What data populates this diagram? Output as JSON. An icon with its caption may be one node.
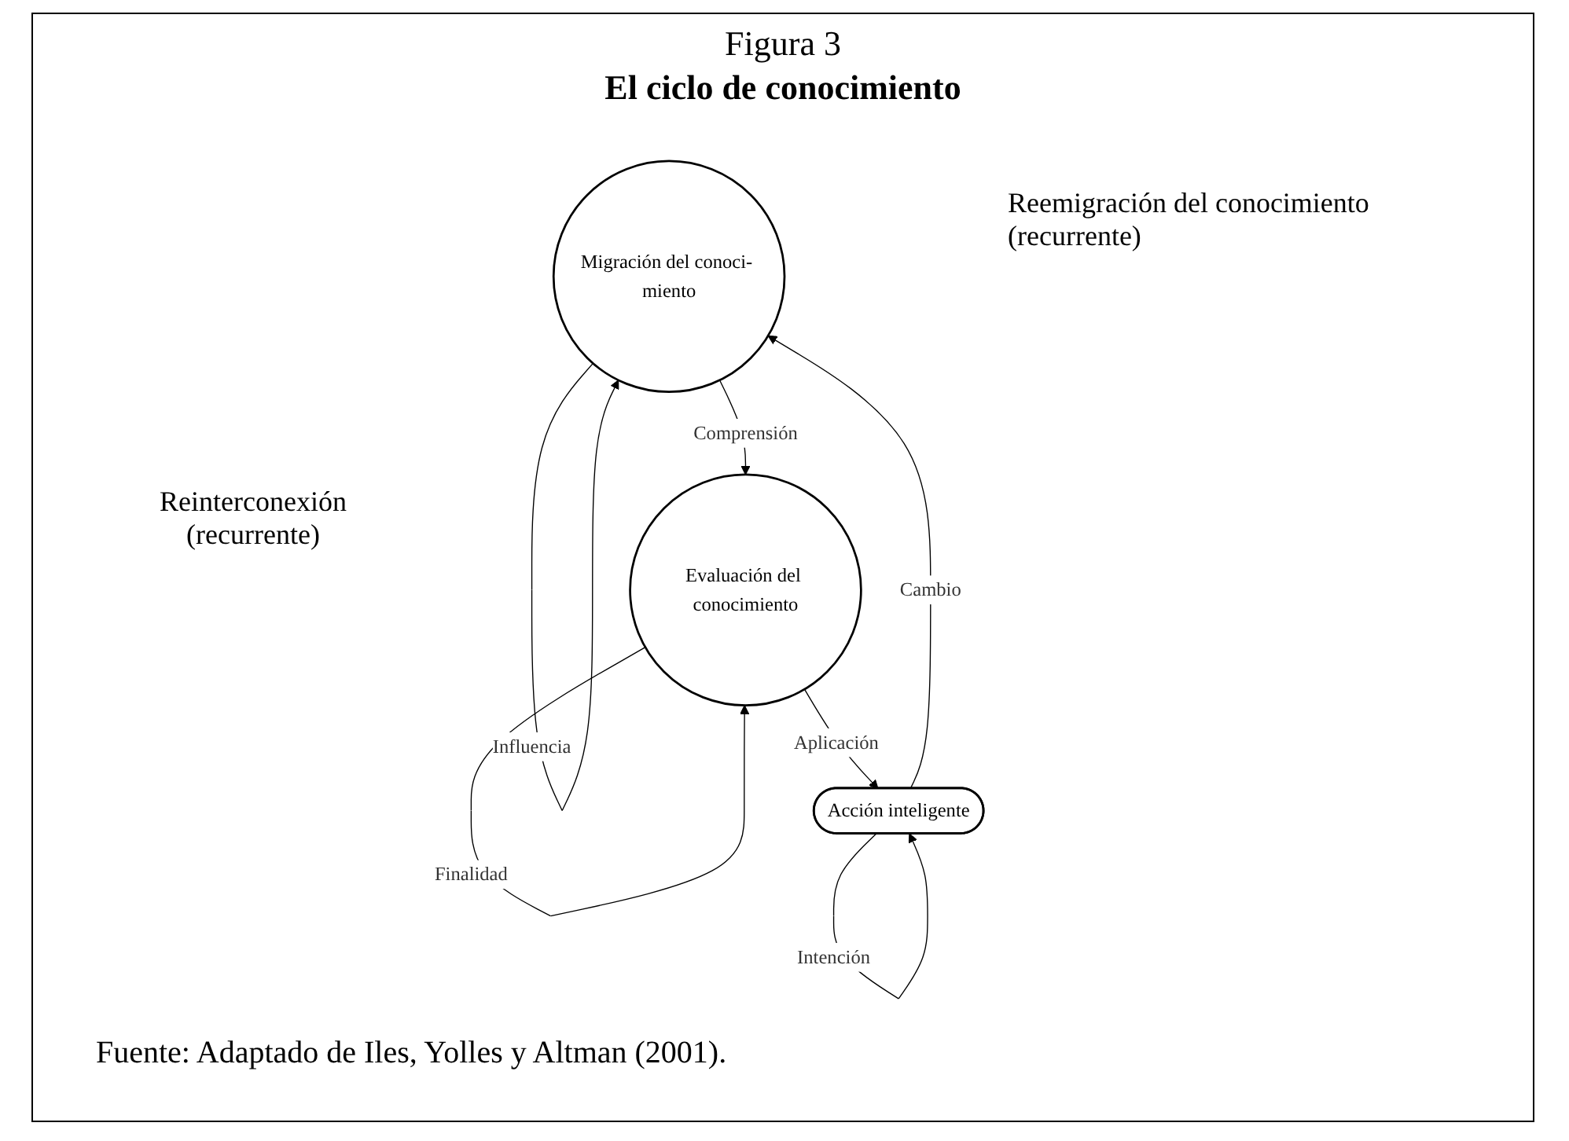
{
  "diagram": {
    "title": "El ciclo de conocimiento",
    "caption": "Fuente: Adaptado de Iles, Yolles y Altman (2001).",
    "nodes": [
      {
        "text": [
          "Migración del conoci- miento"
        ]
      },
      {
        "text": [
          "Evaluación del conocimiento"
        ]
      },
      {
        "text": [
          "Acción inteligente"
        ]
      }
    ],
    "edges": [
      {
        "from": 0,
        "to": 0,
        "arrow": "to",
        "label": "Influencia"
      },
      {
        "from": 0,
        "to": 1,
        "arrow": "to",
        "label": "Comprensión"
      },
      {
        "from": 1,
        "to": 1,
        "arrow": "to",
        "label": "Finalidad"
      },
      {
        "from": 1,
        "to": 2,
        "arrow": "to",
        "label": "Aplicación"
      },
      {
        "from": 2,
        "to": 0,
        "arrow": "to",
        "label": "Cambio"
      },
      {
        "from": 2,
        "to": 2,
        "arrow": "to",
        "label": "Intención"
      }
    ],
    "labels": [
      "Figura 3",
      "Reemigración del conocimiento (recurrente)",
      "Reinterconexión (recurrente)"
    ]
  }
}
